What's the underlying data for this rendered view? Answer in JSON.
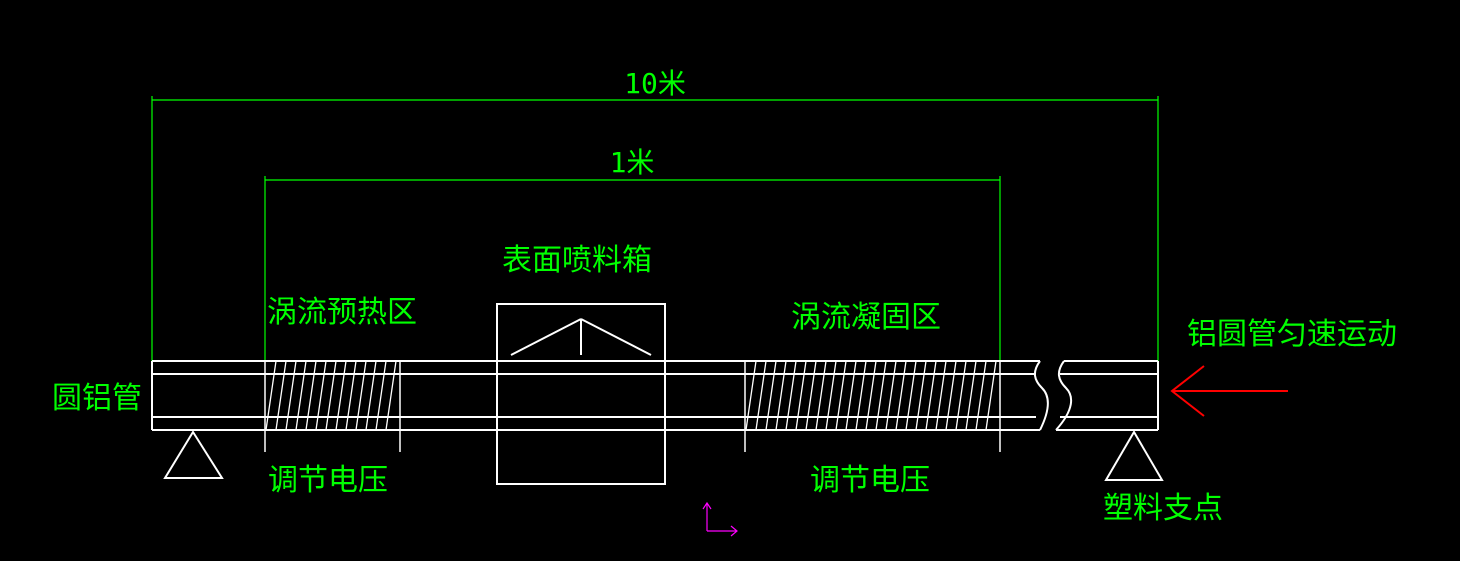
{
  "colors": {
    "background": "#000000",
    "label": "#00ff00",
    "outline": "#ffffff",
    "arrow": "#ff0000",
    "ucs": "#ff00ff"
  },
  "labels": {
    "total_length": "10米",
    "heated_length": "1米",
    "spray_box": "表面喷料箱",
    "preheat_zone": "涡流预热区",
    "solidify_zone": "涡流凝固区",
    "motion": "铝圆管匀速运动",
    "tube": "圆铝管",
    "voltage_left": "调节电压",
    "voltage_right": "调节电压",
    "support": "塑料支点"
  }
}
